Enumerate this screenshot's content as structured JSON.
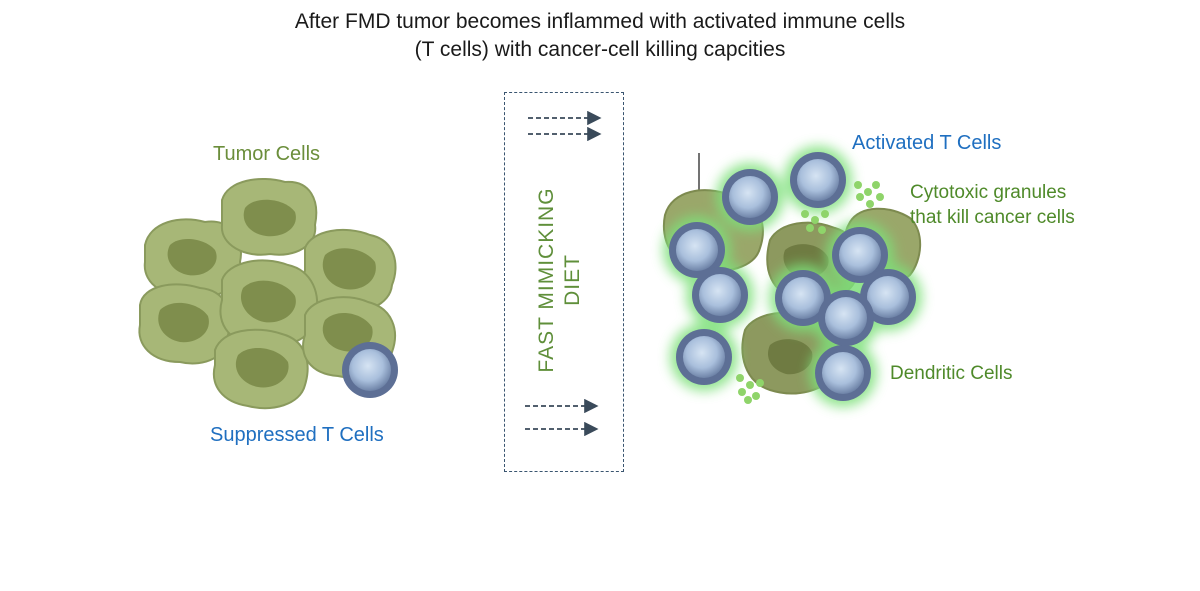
{
  "title": {
    "line1": "After FMD tumor becomes inflammed with activated immune cells",
    "line2": "(T cells)  with cancer-cell killing capcities"
  },
  "left_panel": {
    "tumor_label": "Tumor Cells",
    "suppressed_label": "Suppressed T Cells"
  },
  "center_panel": {
    "diet_line1": "FAST MIMICKING",
    "diet_line2": "DIET"
  },
  "right_panel": {
    "activated_label": "Activated T Cells",
    "cytotoxic_line1": "Cytotoxic granules",
    "cytotoxic_line2": "that kill cancer cells",
    "dendritic_label": "Dendritic Cells"
  },
  "colors": {
    "tumor_fill": "#a7b777",
    "tumor_nucleus": "#7f8e4d",
    "tcell_outer": "#5d6f95",
    "tcell_inner": "#b9cde6",
    "glow": "#7ee07a",
    "granule": "#8fd46a",
    "text_green": "#6b8e3b",
    "text_blue": "#1f6fc0"
  }
}
